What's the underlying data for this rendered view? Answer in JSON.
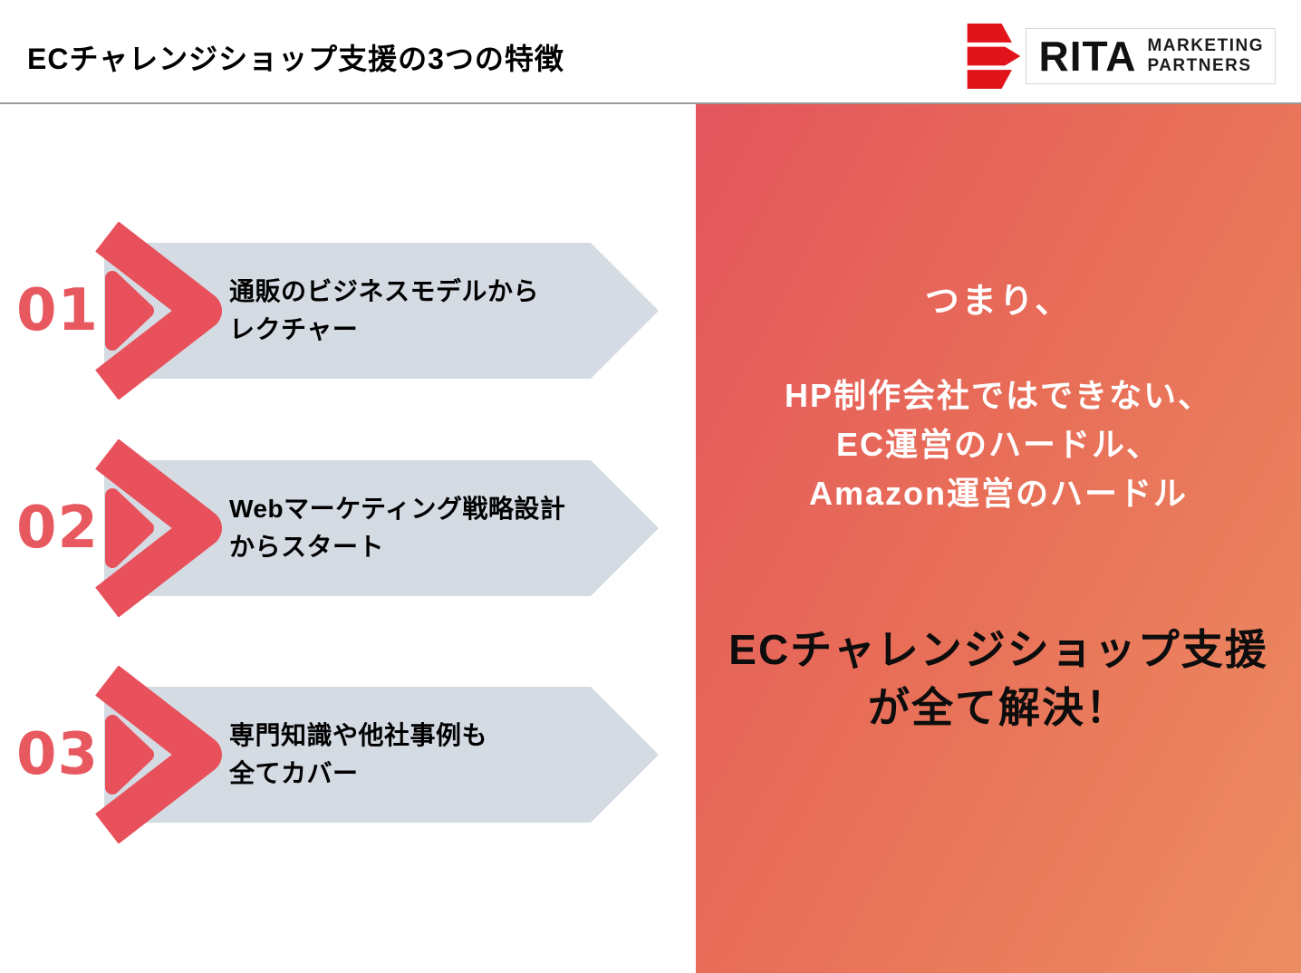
{
  "header": {
    "title": "ECチャレンジショップ支援の3つの特徴"
  },
  "logo": {
    "brand": "RITA",
    "sub_line1": "MARKETING",
    "sub_line2": "PARTNERS"
  },
  "steps": [
    {
      "number": "01",
      "text_line1": "通販のビジネスモデルから",
      "text_line2": "レクチャー"
    },
    {
      "number": "02",
      "text_line1": "Webマーケティング戦略設計",
      "text_line2": "からスタート"
    },
    {
      "number": "03",
      "text_line1": "専門知識や他社事例も",
      "text_line2": "全てカバー"
    }
  ],
  "right_panel": {
    "intro": "つまり、",
    "problem_line1": "HP制作会社ではできない、",
    "problem_line2": "EC運営のハードル、",
    "problem_line3": "Amazon運営のハードル",
    "solution_line1": "ECチャレンジショップ支援",
    "solution_line2": "が全て解決！"
  },
  "colors": {
    "accent_red": "#E8585F",
    "logo_red": "#E1141C",
    "banner_gray": "#D5DBE3",
    "panel_gradient_start": "#E4555D",
    "panel_gradient_end": "#EC8D62",
    "solution_text": "#0d0d0d"
  }
}
